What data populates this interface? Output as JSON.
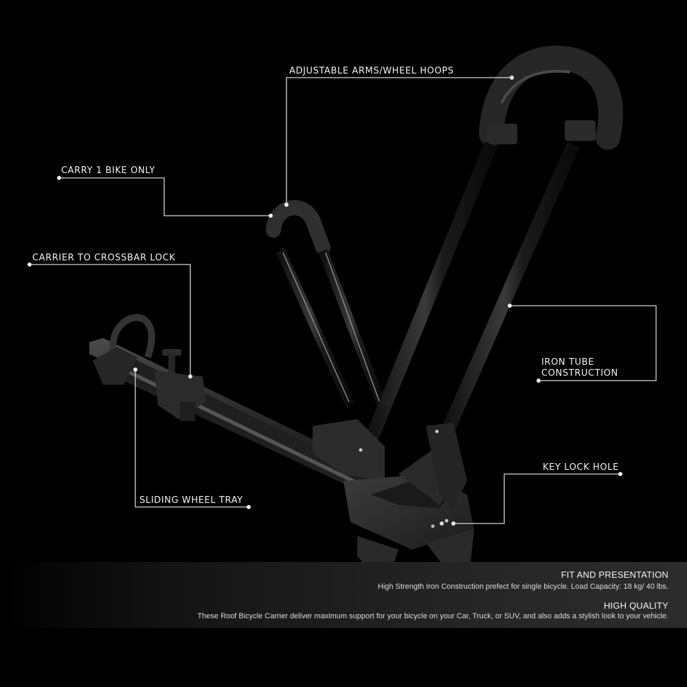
{
  "colors": {
    "background": "#000000",
    "callout_line": "#d9d9d9",
    "label_text": "#f2f2f2",
    "band_dark": "#000000",
    "band_light": "#2c2c2c",
    "rack_body": "#2a2a2a",
    "rack_highlight": "#5a5a5a"
  },
  "callouts": [
    {
      "id": "adjustable-arms",
      "label": "ADJUSTABLE ARMS/WHEEL HOOPS"
    },
    {
      "id": "carry-one-bike",
      "label": "CARRY 1 BIKE ONLY"
    },
    {
      "id": "crossbar-lock",
      "label": "CARRIER TO CROSSBAR LOCK"
    },
    {
      "id": "iron-tube",
      "label_line1": "IRON TUBE",
      "label_line2": "CONSTRUCTION"
    },
    {
      "id": "key-lock",
      "label": "KEY LOCK HOLE"
    },
    {
      "id": "sliding-tray",
      "label": "SLIDING WHEEL TRAY"
    }
  ],
  "info": {
    "sections": [
      {
        "title": "FIT AND PRESENTATION",
        "text": "High Strength Iron Construction prefect for single bicycle.  Load Capacity: 18 kg/ 40 lbs."
      },
      {
        "title": "HIGH QUALITY",
        "text": "These Roof Bicycle Carrier deliver maximum support for your bicycle on your Car, Truck, or SUV, and also adds a stylish look to your vehicle."
      }
    ]
  },
  "product": {
    "image_alt": "roof-mount-bike-carrier"
  }
}
